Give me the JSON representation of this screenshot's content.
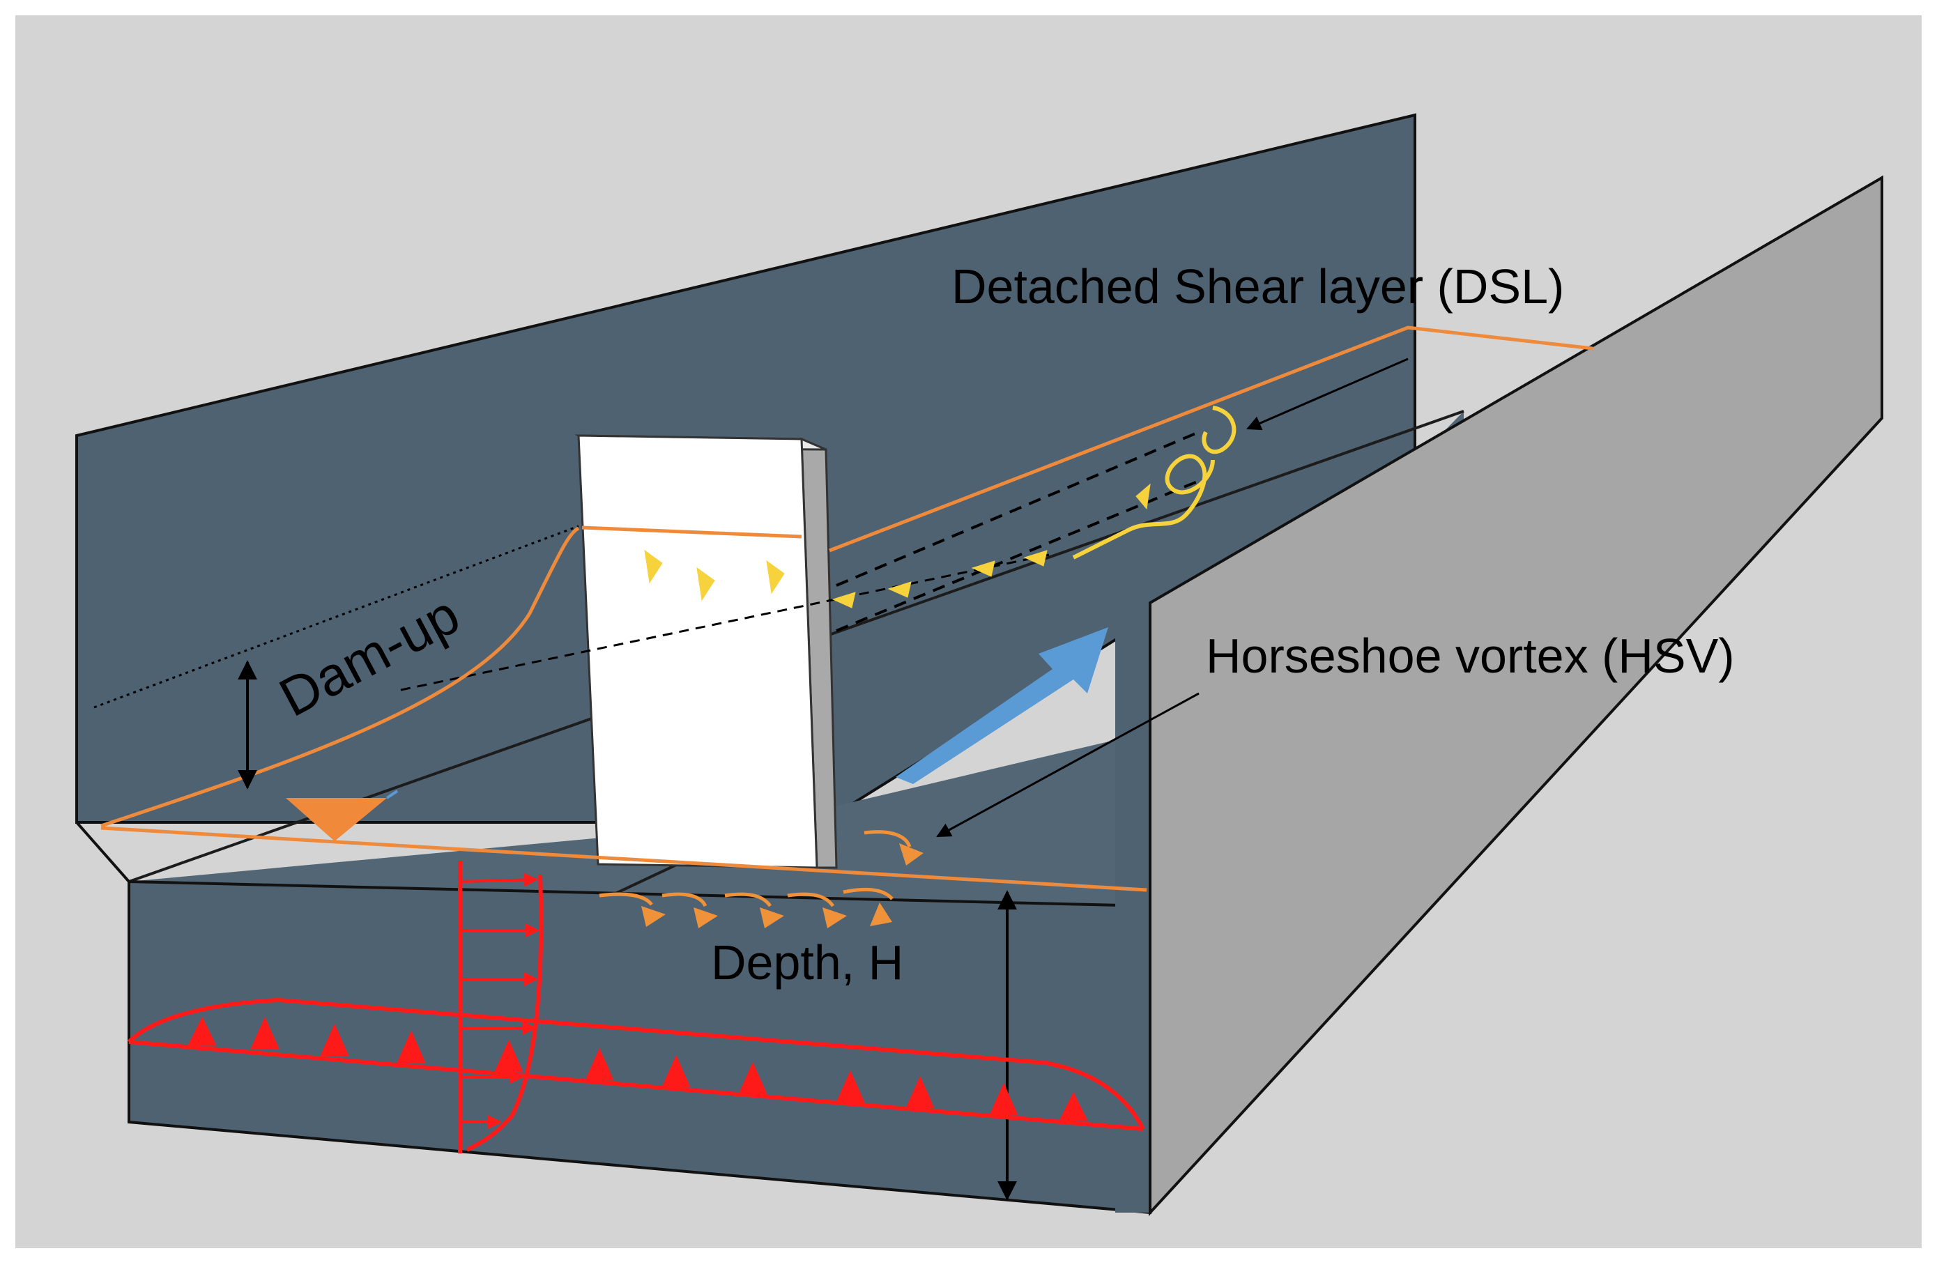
{
  "labels": {
    "dsl": "Detached Shear layer (DSL)",
    "hsv": "Horseshoe vortex (HSV)",
    "dam_up": "Dam-up",
    "depth": "Depth, H"
  },
  "colors": {
    "backdrop": "#d4d4d4",
    "channel_wall": "#4f6272",
    "channel_floor": "#526675",
    "right_wall_face": "#a6a6a6",
    "obstacle_face": "#ffffff",
    "obstacle_side": "#a9a9a9",
    "water_surface_line": "#ee8a3c",
    "surface_marker": "#f08a3a",
    "horseshoe_arrows": "#f0923a",
    "shear_layer_arrows": "#f6d23c",
    "velocity_profile": "#ff1a1a",
    "flow_arrow": "#5b9bd5",
    "annotation_line": "#000000"
  },
  "icons": {
    "flow_direction": "large-arrow-icon",
    "water_surface": "inverted-triangle-icon"
  }
}
